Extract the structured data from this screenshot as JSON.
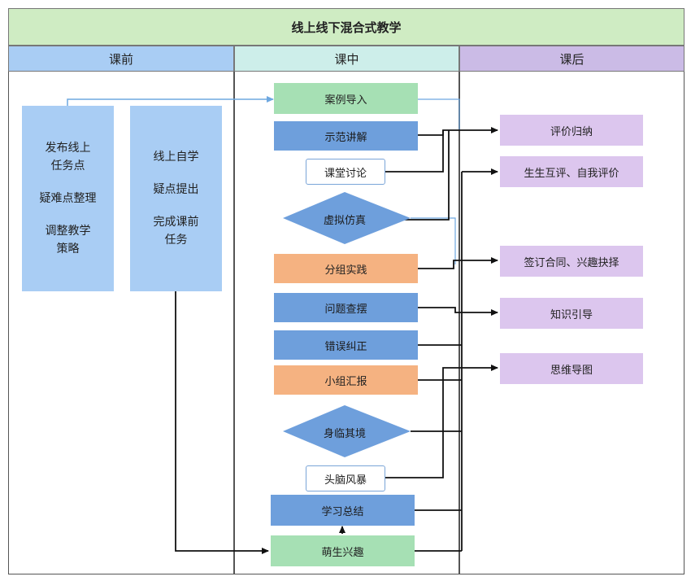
{
  "title": "线上线下混合式教学",
  "columns": {
    "before": "课前",
    "during": "课中",
    "after": "课后"
  },
  "before": {
    "box1": [
      "发布线上",
      "任务点",
      "疑难点整理",
      "调整教学",
      "策略"
    ],
    "box2": [
      "线上自学",
      "疑点提出",
      "完成课前",
      "任务"
    ]
  },
  "during": {
    "case_intro": "案例导入",
    "demo": "示范讲解",
    "discussion": "课堂讨论",
    "simulation": "虚拟仿真",
    "group_practice": "分组实践",
    "problem_check": "问题查摆",
    "error_fix": "错误纠正",
    "group_report": "小组汇报",
    "immersion": "身临其境",
    "brainstorm": "头脑风暴",
    "summary": "学习总结",
    "interest": "萌生兴趣"
  },
  "after": {
    "evaluate": "评价归纳",
    "peer_eval": "生生互评、自我评价",
    "contract": "签订合同、兴趣抉择",
    "knowledge": "知识引导",
    "mindmap": "思维导图"
  },
  "colors": {
    "header": "#cfecc3",
    "col_before": "#a9cdf4",
    "col_during": "#cdeeea",
    "col_after": "#cbbbe6",
    "blue": "#6e9fdc",
    "green": "#a6e0b4",
    "orange": "#f5b281",
    "purple": "#dcc6ee"
  }
}
